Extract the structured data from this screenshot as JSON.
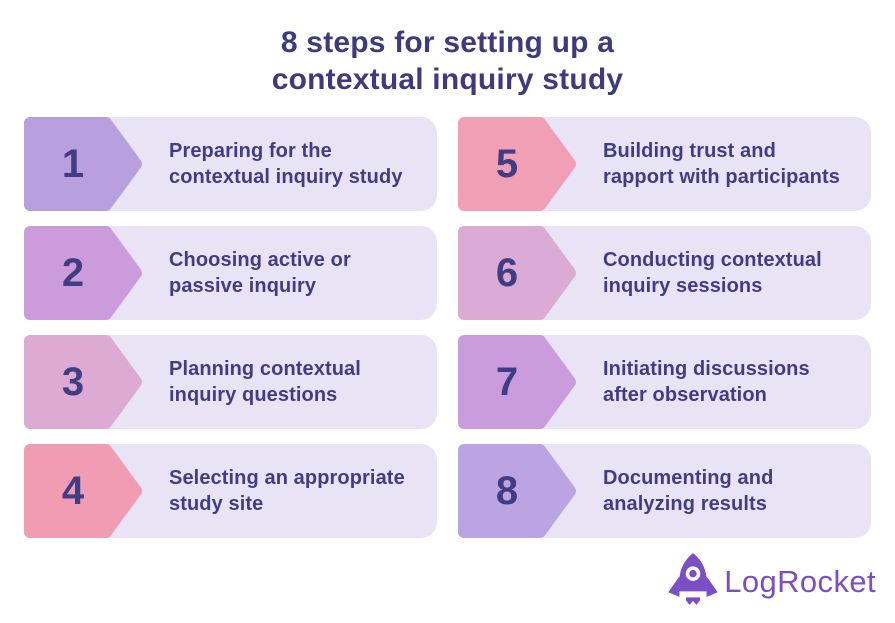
{
  "title": {
    "lines": [
      "8 steps for setting up a",
      "contextual inquiry study"
    ]
  },
  "steps": [
    {
      "number": "1",
      "color": "#b7a0dd",
      "lines": [
        "Preparing for the",
        "contextual inquiry study"
      ]
    },
    {
      "number": "2",
      "color": "#cb9bdb",
      "lines": [
        "Choosing active or",
        "passive inquiry"
      ]
    },
    {
      "number": "3",
      "color": "#dcaad3",
      "lines": [
        "Planning contextual",
        "inquiry questions"
      ]
    },
    {
      "number": "4",
      "color": "#f09cb3",
      "lines": [
        "Selecting an appropriate",
        "study site"
      ]
    },
    {
      "number": "5",
      "color": "#f19fb5",
      "lines": [
        "Building trust and",
        "rapport with participants"
      ]
    },
    {
      "number": "6",
      "color": "#dcabd5",
      "lines": [
        "Conducting contextual",
        "inquiry sessions"
      ]
    },
    {
      "number": "7",
      "color": "#ca9cdd",
      "lines": [
        "Initiating discussions",
        "after observation"
      ]
    },
    {
      "number": "8",
      "color": "#bba4e1",
      "lines": [
        "Documenting and",
        "analyzing results"
      ]
    }
  ],
  "logo": {
    "text": "LogRocket",
    "icon": "rocket-icon",
    "color": "#7a4fc5"
  },
  "colors": {
    "page_bg": "#ffffff",
    "row_bg": "#e9e4f5",
    "step_text": "#413d84",
    "title_text": "#3e3a7f",
    "logo_purple": "#7a4fc5"
  }
}
